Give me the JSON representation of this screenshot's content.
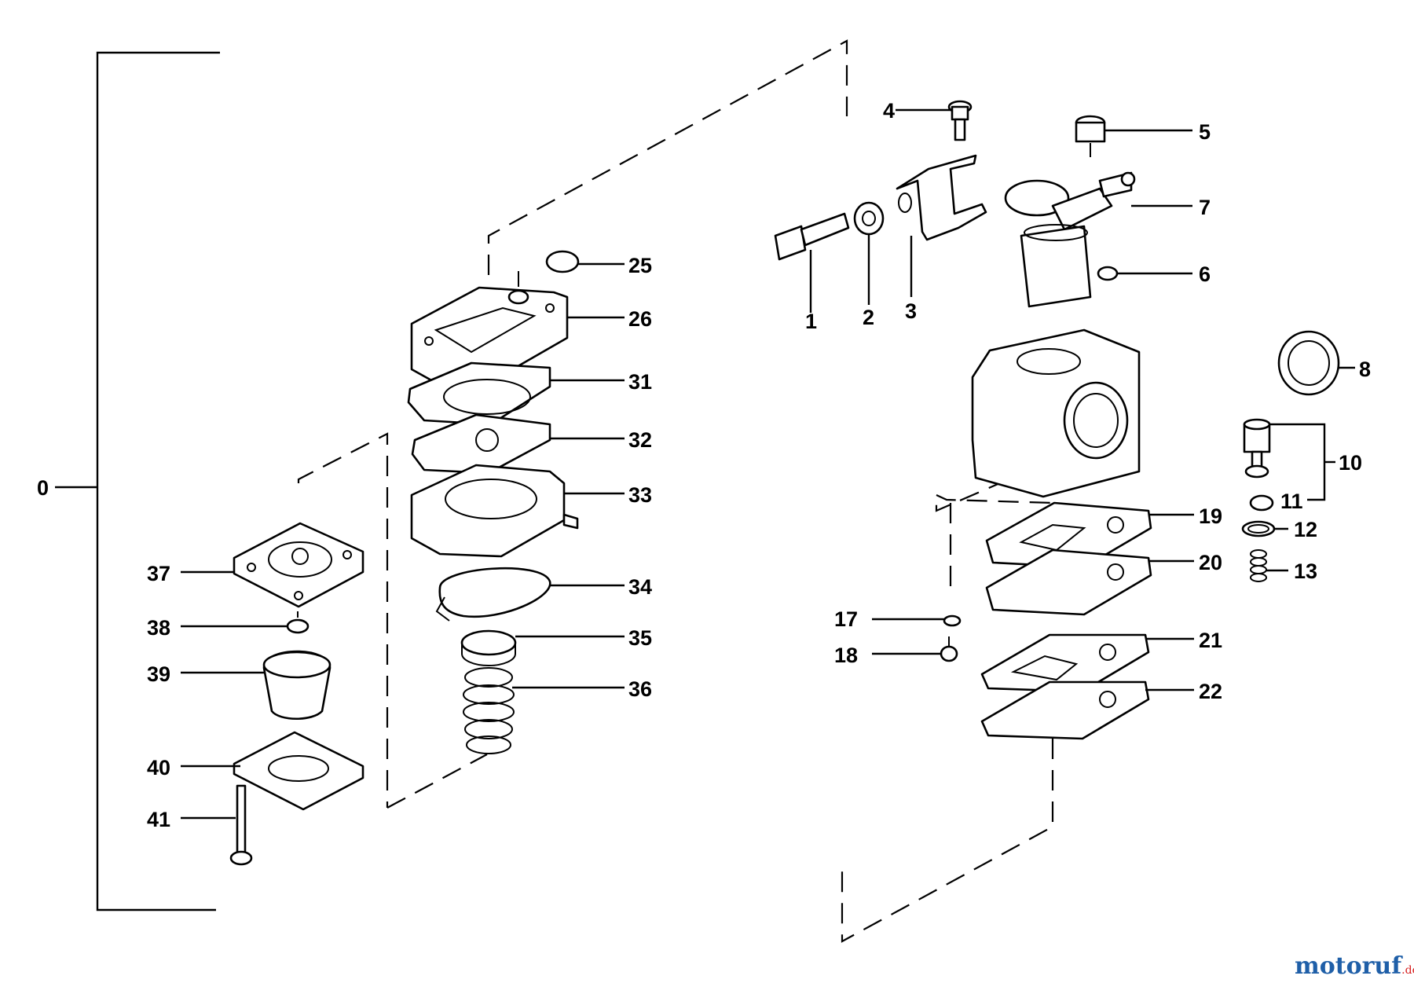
{
  "diagram": {
    "callouts": [
      {
        "id": "c0",
        "text": "0"
      },
      {
        "id": "c1",
        "text": "1"
      },
      {
        "id": "c2",
        "text": "2"
      },
      {
        "id": "c3",
        "text": "3"
      },
      {
        "id": "c4",
        "text": "4"
      },
      {
        "id": "c5",
        "text": "5"
      },
      {
        "id": "c6",
        "text": "6"
      },
      {
        "id": "c7",
        "text": "7"
      },
      {
        "id": "c8",
        "text": "8"
      },
      {
        "id": "c10",
        "text": "10"
      },
      {
        "id": "c11",
        "text": "11"
      },
      {
        "id": "c12",
        "text": "12"
      },
      {
        "id": "c13",
        "text": "13"
      },
      {
        "id": "c17",
        "text": "17"
      },
      {
        "id": "c18",
        "text": "18"
      },
      {
        "id": "c19",
        "text": "19"
      },
      {
        "id": "c20",
        "text": "20"
      },
      {
        "id": "c21",
        "text": "21"
      },
      {
        "id": "c22",
        "text": "22"
      },
      {
        "id": "c25",
        "text": "25"
      },
      {
        "id": "c26",
        "text": "26"
      },
      {
        "id": "c31",
        "text": "31"
      },
      {
        "id": "c32",
        "text": "32"
      },
      {
        "id": "c33",
        "text": "33"
      },
      {
        "id": "c34",
        "text": "34"
      },
      {
        "id": "c35",
        "text": "35"
      },
      {
        "id": "c36",
        "text": "36"
      },
      {
        "id": "c37",
        "text": "37"
      },
      {
        "id": "c38",
        "text": "38"
      },
      {
        "id": "c39",
        "text": "39"
      },
      {
        "id": "c40",
        "text": "40"
      },
      {
        "id": "c41",
        "text": "41"
      }
    ]
  },
  "watermark": {
    "brand": "motoruf",
    "suffix": ".de",
    "brand_color": "#1f5fa8",
    "accent_color": "#d62020"
  }
}
